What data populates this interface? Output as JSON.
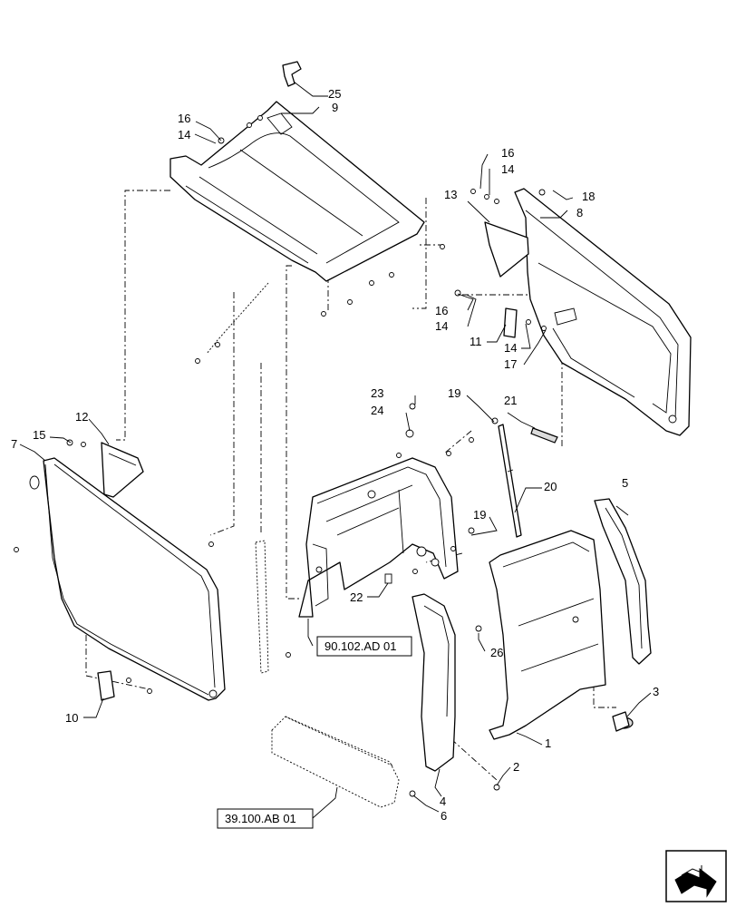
{
  "callouts": {
    "c1": "1",
    "c2": "2",
    "c3": "3",
    "c4": "4",
    "c5": "5",
    "c6": "6",
    "c7": "7",
    "c8": "8",
    "c9": "9",
    "c10": "10",
    "c11": "11",
    "c12": "12",
    "c13": "13",
    "c14a": "14",
    "c14b": "14",
    "c14c": "14",
    "c14d": "14",
    "c15": "15",
    "c16a": "16",
    "c16b": "16",
    "c16c": "16",
    "c17": "17",
    "c18": "18",
    "c19a": "19",
    "c19b": "19",
    "c20": "20",
    "c21": "21",
    "c22": "22",
    "c23": "23",
    "c24": "24",
    "c25": "25",
    "c26": "26"
  },
  "references": {
    "ref_cab_frame": "90.102.AD 01",
    "ref_seat_box": "39.100.AB 01"
  },
  "nav": {
    "icon": "arrow-navigation-icon"
  }
}
